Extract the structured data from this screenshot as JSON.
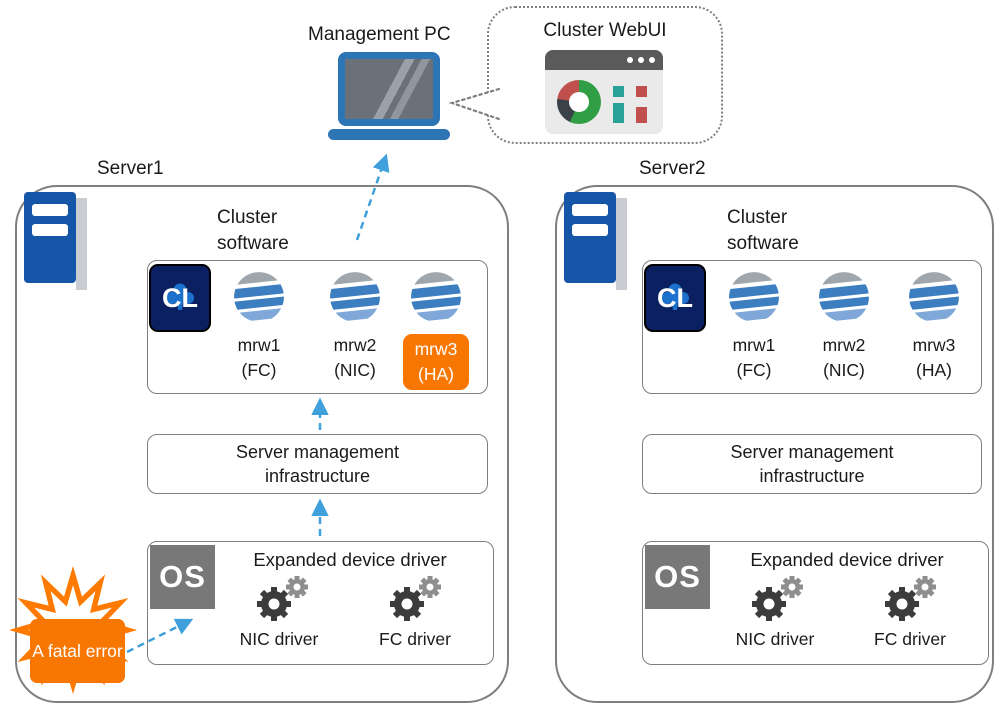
{
  "management_pc": {
    "label": "Management PC"
  },
  "webui_callout": {
    "label": "Cluster WebUI"
  },
  "colors": {
    "server_blue": "#1656A8",
    "laptop_blue": "#2E75B6",
    "arrow_blue": "#3FA0DC",
    "alert_orange": "#F87602",
    "box_border_gray": "#7F7F7F",
    "cl_badge_navy": "#0B2060",
    "os_badge_gray": "#787878"
  },
  "icons": [
    "laptop-icon",
    "browser-window-icon",
    "donut-chart-icon",
    "server-icon",
    "cl-badge",
    "mrw-module-wave-icon",
    "gears-icon",
    "os-badge",
    "fatal-error-burst-icon"
  ],
  "servers": [
    {
      "title": "Server1",
      "cluster_software_label": "Cluster software",
      "cl_badge": "CL",
      "modules": [
        {
          "name": "mrw1",
          "type": "(FC)",
          "highlighted": false
        },
        {
          "name": "mrw2",
          "type": "(NIC)",
          "highlighted": false
        },
        {
          "name": "mrw3",
          "type": "(HA)",
          "highlighted": true
        }
      ],
      "infrastructure_label": "Server management infrastructure",
      "os_badge": "OS",
      "device_driver_label": "Expanded device driver",
      "drivers": [
        {
          "label": "NIC driver"
        },
        {
          "label": "FC driver"
        }
      ],
      "fatal_error": {
        "label": "A fatal error"
      }
    },
    {
      "title": "Server2",
      "cluster_software_label": "Cluster software",
      "cl_badge": "CL",
      "modules": [
        {
          "name": "mrw1",
          "type": "(FC)",
          "highlighted": false
        },
        {
          "name": "mrw2",
          "type": "(NIC)",
          "highlighted": false
        },
        {
          "name": "mrw3",
          "type": "(HA)",
          "highlighted": false
        }
      ],
      "infrastructure_label": "Server management infrastructure",
      "os_badge": "OS",
      "device_driver_label": "Expanded device driver",
      "drivers": [
        {
          "label": "NIC driver"
        },
        {
          "label": "FC driver"
        }
      ]
    }
  ]
}
